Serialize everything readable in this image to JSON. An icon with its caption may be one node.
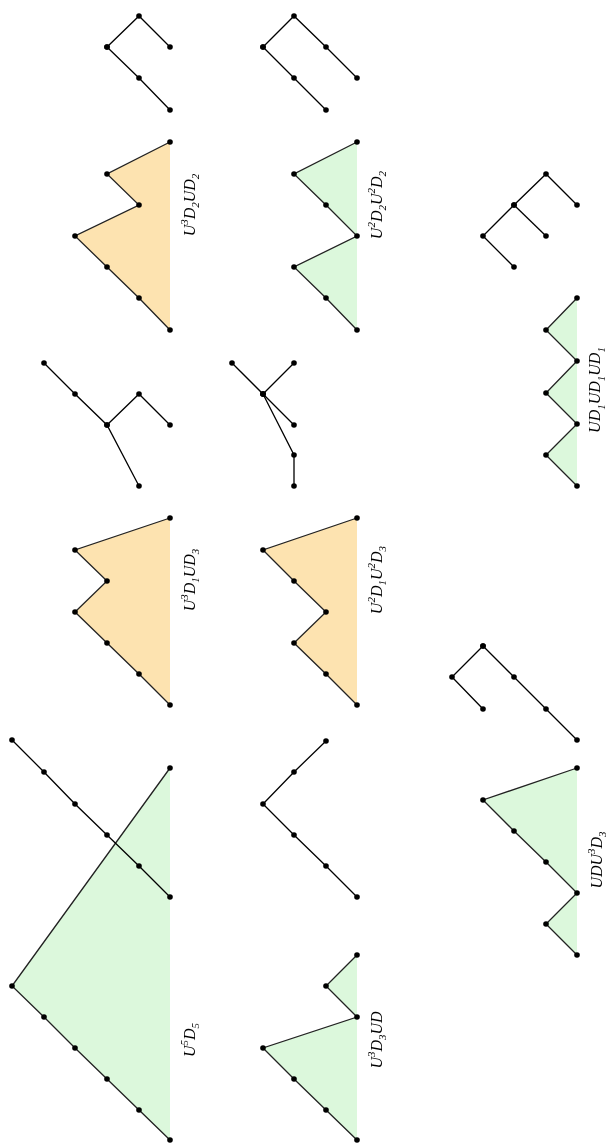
{
  "diagram": {
    "labels": [
      "U$^{3}$D$_{2}$UD$_{2}$",
      "U$^{2}$D$_{2}$U$^{2}$D$_{2}$",
      "U$^{3}$D$_{1}$UD$_{3}$",
      "U$^{2}$D$_{1}$U$^{2}$D$_{3}$",
      "UD$_{1}$UD$_{1}$UD$_{1}$",
      "U$^{5}$D$_{5}$",
      "U$^{3}$D$_{3}$UD",
      "UDU$^{3}$D$_{3}$"
    ]
  }
}
